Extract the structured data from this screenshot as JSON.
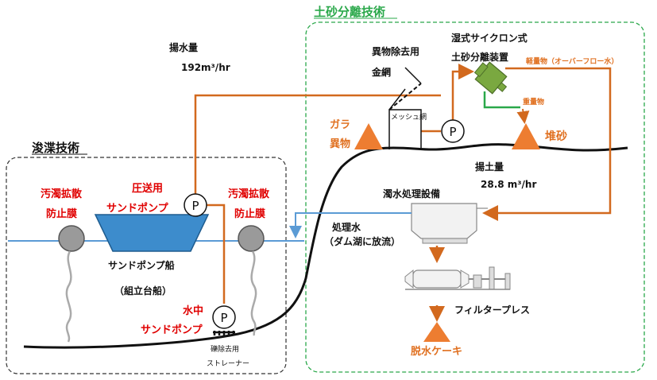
{
  "sections": {
    "dredging_title": "浚渫技術",
    "separation_title": "土砂分離技術"
  },
  "labels": {
    "pump_volume_title": "揚水量",
    "pump_volume_value": "192m³/hr",
    "foreign_removal_1": "異物除去用",
    "foreign_removal_2": "金網",
    "cyclone_1": "湿式サイクロン式",
    "cyclone_2": "土砂分離装置",
    "light_material": "軽量物（オーバーフロー水）",
    "heavy_material": "重量物",
    "mesh": "メッシュ網",
    "gara": "ガラ",
    "ibutsu": "異物",
    "sediment": "堆砂",
    "soil_volume_title": "揚土量",
    "soil_volume_value": "28.8 m³/hr",
    "turbid_facility": "濁水処理設備",
    "treated_water_1": "処理水",
    "treated_water_2": "（ダム湖に放流）",
    "filter_press": "フィルタープレス",
    "dewatered_cake": "脱水ケーキ",
    "silt_left_1": "汚濁拡散",
    "silt_left_2": "防止膜",
    "silt_right_1": "汚濁拡散",
    "silt_right_2": "防止膜",
    "pressure_pump_1": "圧送用",
    "pressure_pump_2": "サンドポンプ",
    "pump_ship_1": "サンドポンプ船",
    "pump_ship_2": "（組立台船）",
    "underwater_pump_1": "水中",
    "underwater_pump_2": "サンドポンプ",
    "strainer_1": "礫除去用",
    "strainer_2": "ストレーナー",
    "pump_symbol": "P"
  },
  "colors": {
    "pipe": "#d2691e",
    "water": "#5b9bd5",
    "orange_pile": "#ed7d31",
    "green_dash": "#2aa84a",
    "red_text": "#e00000",
    "ship": "#3d8ccc",
    "cyclone": "#7aa840"
  }
}
